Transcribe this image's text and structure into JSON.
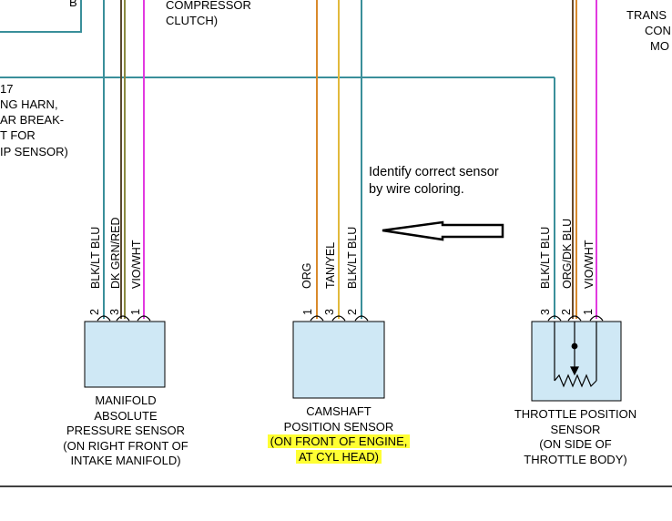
{
  "top_left": {
    "fragment": "B"
  },
  "compressor": {
    "line1": "COMPRESSOR",
    "line2": "CLUTCH)"
  },
  "top_right": {
    "line1": "TRANS",
    "line2": "CON",
    "line3": "MO"
  },
  "left_note": {
    "line1": "17",
    "line2": "NG HARN,",
    "line3": "AR BREAK-",
    "line4": "T FOR",
    "line5": "IP SENSOR)"
  },
  "annotation": {
    "line1": "Identify correct sensor",
    "line2": "by wire coloring."
  },
  "map_sensor": {
    "wires": [
      {
        "pin": "2",
        "label": "BLK/LT BLU",
        "color": "#3a8f9a"
      },
      {
        "pin": "3",
        "label": "DK GRN/RED",
        "color": "#7a6a4a"
      },
      {
        "pin": "1",
        "label": "VIO/WHT",
        "color": "#e23ae0"
      }
    ],
    "name_lines": [
      "MANIFOLD",
      "ABSOLUTE",
      "PRESSURE SENSOR",
      "(ON RIGHT FRONT OF",
      "INTAKE MANIFOLD)"
    ]
  },
  "cam_sensor": {
    "wires": [
      {
        "pin": "1",
        "label": "ORG",
        "color": "#d98a2b"
      },
      {
        "pin": "3",
        "label": "TAN/YEL",
        "color": "#e2b93c"
      },
      {
        "pin": "2",
        "label": "BLK/LT BLU",
        "color": "#3a8f9a"
      }
    ],
    "name_lines": [
      "CAMSHAFT",
      "POSITION SENSOR"
    ],
    "highlight_lines": [
      "(ON FRONT OF ENGINE,",
      "AT CYL HEAD)"
    ]
  },
  "tps_sensor": {
    "wires": [
      {
        "pin": "3",
        "label": "BLK/LT BLU",
        "color": "#3a8f9a"
      },
      {
        "pin": "2",
        "label": "ORG/DK BLU",
        "color": "#c77a32"
      },
      {
        "pin": "1",
        "label": "VIO/WHT",
        "color": "#e23ae0"
      }
    ],
    "name_lines": [
      "THROTTLE POSITION",
      "SENSOR",
      "(ON SIDE OF",
      "THROTTLE BODY)"
    ]
  }
}
